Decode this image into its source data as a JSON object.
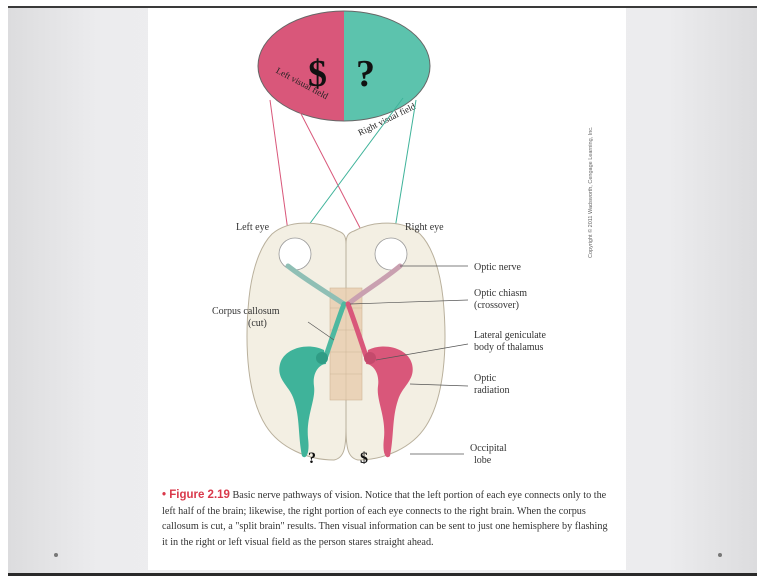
{
  "figure": {
    "symbols": {
      "left": "$",
      "right": "?"
    },
    "field_labels": {
      "left": "Left visual field",
      "right": "Right visual field"
    },
    "eye_labels": {
      "left": "Left eye",
      "right": "Right eye"
    },
    "callouts": {
      "optic_nerve": "Optic nerve",
      "optic_chiasm_1": "Optic chiasm",
      "optic_chiasm_2": "(crossover)",
      "corpus_callosum_1": "Corpus callosum",
      "corpus_callosum_2": "(cut)",
      "lgn_1": "Lateral geniculate",
      "lgn_2": "body of thalamus",
      "optic_radiation_1": "Optic",
      "optic_radiation_2": "radiation",
      "occipital_1": "Occipital",
      "occipital_2": "lobe"
    },
    "hemisphere_symbols": {
      "left": "?",
      "right": "$"
    },
    "copyright": "Copyright © 2011 Wadsworth, Cengage Learning, Inc.",
    "colors": {
      "pink": "#d9577a",
      "teal": "#3fb39a",
      "brain": "#f3efe3",
      "callosum": "#ead3b8"
    }
  },
  "caption": {
    "figure_label": "• Figure 2.19",
    "text": " Basic nerve pathways of vision. Notice that the left portion of each eye connects only to the left half of the brain; likewise, the right portion of each eye connects to the right brain. When the corpus callosum is cut, a \"split brain\" results. Then visual information can be sent to just one hemisphere by flashing it in the right or left visual field as the person stares straight ahead."
  }
}
